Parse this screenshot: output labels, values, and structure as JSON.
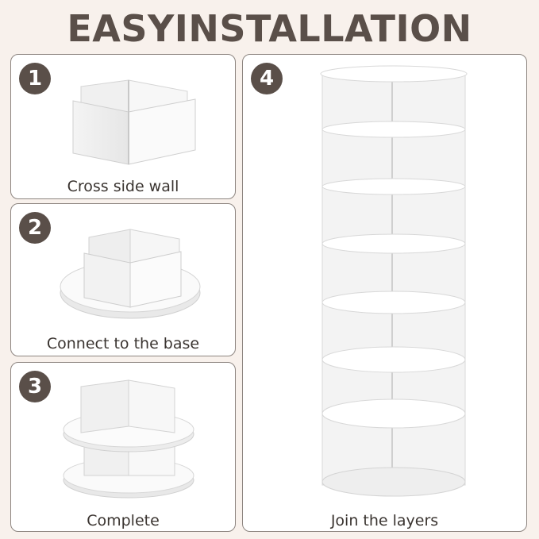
{
  "title": "EASYINSTALLATION",
  "steps": [
    {
      "number": "1",
      "caption": "Cross side wall"
    },
    {
      "number": "2",
      "caption": "Connect to the base"
    },
    {
      "number": "3",
      "caption": "Complete"
    },
    {
      "number": "4",
      "caption": "Join the layers"
    }
  ],
  "colors": {
    "background": "#f8f1ec",
    "badge": "#5a4f49",
    "border": "#8d8580"
  }
}
